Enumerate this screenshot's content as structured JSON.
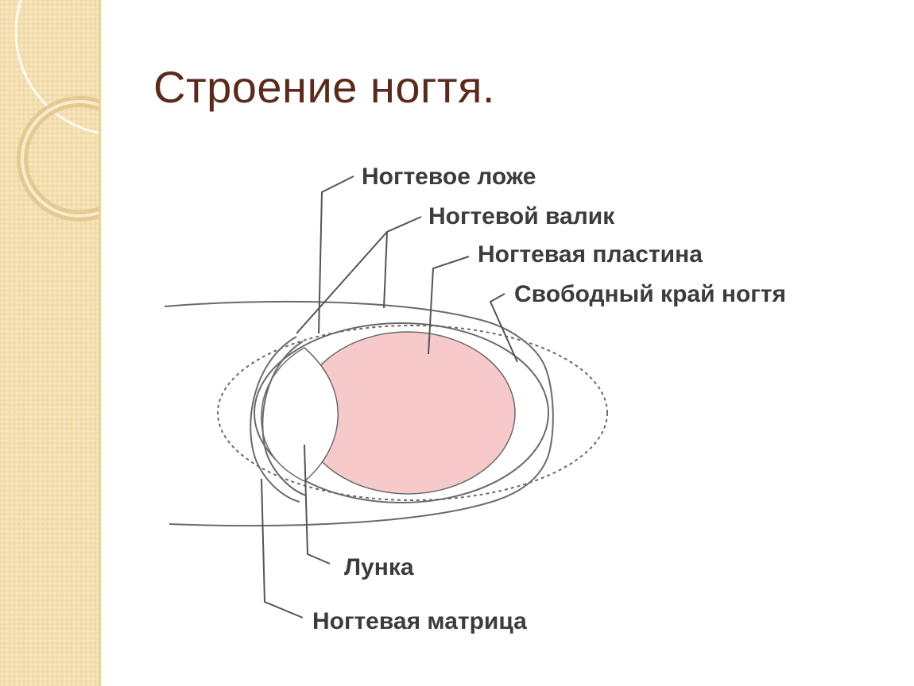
{
  "title": "Строение ногтя.",
  "diagram": {
    "labels": {
      "nail_bed": "Ногтевое ложе",
      "nail_fold": "Ногтевой валик",
      "nail_plate": "Ногтевая пластина",
      "free_edge": "Свободный край ногтя",
      "lunula": "Лунка",
      "nail_matrix": "Ногтевая матрица"
    },
    "colors": {
      "nail_plate_fill": "#f6c9cb",
      "outline": "#6a6a6a",
      "title_text": "#5a2a1c",
      "side_band": "#f3dfb0"
    }
  }
}
